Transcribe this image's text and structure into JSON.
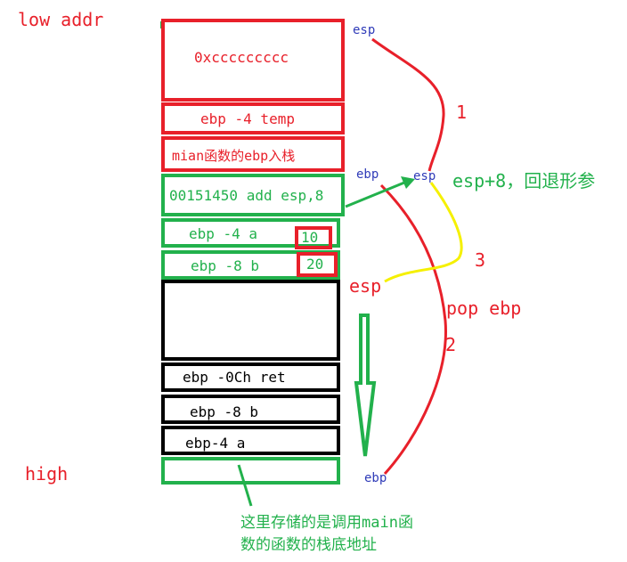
{
  "side_labels": {
    "low_addr": "low addr",
    "high": "high"
  },
  "stack": {
    "cell_0": "0xccccccccc",
    "cell_1": "ebp -4  temp",
    "cell_2": "mian函数的ebp入栈",
    "cell_3": "00151450  add esp,8",
    "cell_4": "ebp -4   a",
    "cell_4_value": "10",
    "cell_5": "ebp -8   b",
    "cell_5_value": "20",
    "cell_7": "ebp -0Ch   ret",
    "cell_8": "ebp -8   b",
    "cell_9": "ebp-4    a"
  },
  "pointers": {
    "esp_top": "esp",
    "ebp_mid": "ebp",
    "esp_mid": "esp",
    "esp_low": "esp",
    "ebp_bottom": "ebp"
  },
  "annotations": {
    "step_1": "1",
    "step_2": "2",
    "step_3": "3",
    "esp_plus_8": "esp+8，回退形参",
    "pop_ebp": "pop ebp",
    "bottom_note_line1": "这里存储的是调用main函",
    "bottom_note_line2": "数的函数的栈底地址"
  },
  "colors": {
    "red": "#e8202a",
    "green": "#22b14c",
    "black": "#000000",
    "yellow": "#f5f000",
    "blue": "#2f3bb8"
  }
}
